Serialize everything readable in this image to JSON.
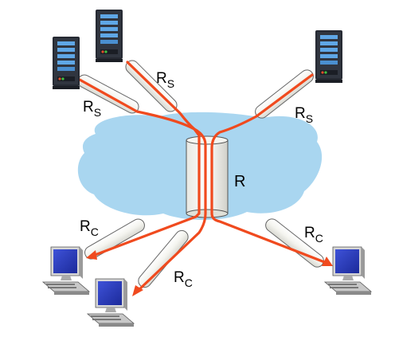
{
  "labels": {
    "rs_top": {
      "main": "R",
      "sub": "S"
    },
    "rs_left": {
      "main": "R",
      "sub": "S"
    },
    "rs_right": {
      "main": "R",
      "sub": "S"
    },
    "r_core": {
      "main": "R"
    },
    "rc_left": {
      "main": "R",
      "sub": "C"
    },
    "rc_mid": {
      "main": "R",
      "sub": "C"
    },
    "rc_right": {
      "main": "R",
      "sub": "C"
    }
  },
  "colors": {
    "cloud": "#a9d6f0",
    "flow": "#f04a1e",
    "pipe_fill": "#f4f4ef",
    "server_body": "#262a33",
    "server_led": "#5fa7e6",
    "monitor_screen": "#2a3cc2"
  },
  "icons": {
    "server": "server-icon",
    "computer": "desktop-computer-icon"
  }
}
